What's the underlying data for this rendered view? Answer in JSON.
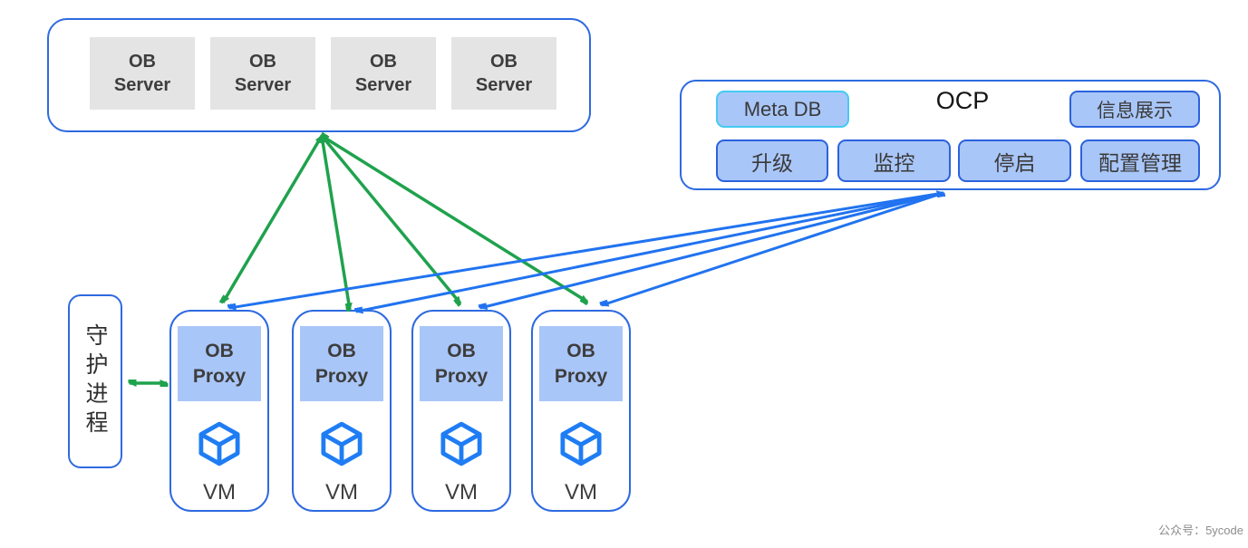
{
  "ob_cluster": {
    "servers": [
      {
        "line1": "OB",
        "line2": "Server"
      },
      {
        "line1": "OB",
        "line2": "Server"
      },
      {
        "line1": "OB",
        "line2": "Server"
      },
      {
        "line1": "OB",
        "line2": "Server"
      }
    ]
  },
  "ocp": {
    "title": "OCP",
    "meta_db_label": "Meta DB",
    "buttons": {
      "info_display": "信息展示",
      "upgrade": "升级",
      "monitor": "监控",
      "start_stop": "停启",
      "config_mgmt": "配置管理"
    }
  },
  "daemon": {
    "label": "守护进程"
  },
  "proxies": [
    {
      "line1": "OB",
      "line2": "Proxy",
      "vm_label": "VM"
    },
    {
      "line1": "OB",
      "line2": "Proxy",
      "vm_label": "VM"
    },
    {
      "line1": "OB",
      "line2": "Proxy",
      "vm_label": "VM"
    },
    {
      "line1": "OB",
      "line2": "Proxy",
      "vm_label": "VM"
    }
  ],
  "watermark": "公众号：5ycode",
  "colors": {
    "outline_blue": "#2e6ae0",
    "panel_fill_blue": "#a9c6f8",
    "server_fill_gray": "#e4e4e4",
    "arrow_green": "#1fa24d",
    "arrow_blue": "#2173f0",
    "meta_db_border_cyan": "#44cbf2",
    "cube_blue": "#1f7df4",
    "text_dark": "#3d3d3d"
  }
}
